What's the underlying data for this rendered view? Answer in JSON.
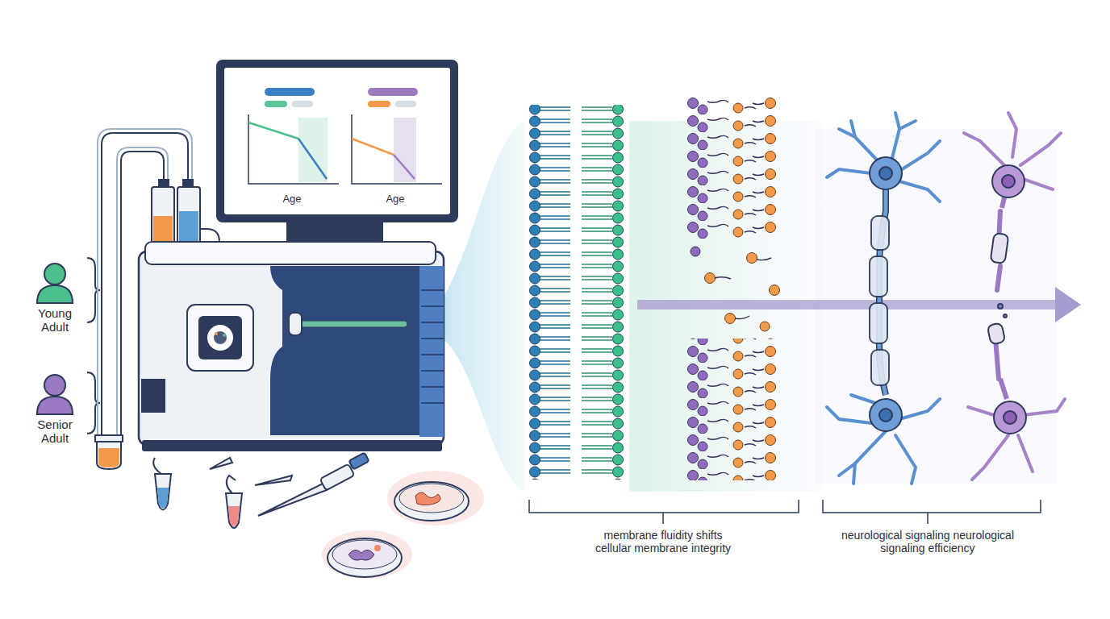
{
  "diagram": {
    "labels": [
      "Young Adult",
      "Senior Adult",
      "Age",
      "Age",
      "membrane fluidity shifts cellular membrane integrity",
      "neurological signaling neurological signaling efficiency"
    ]
  }
}
